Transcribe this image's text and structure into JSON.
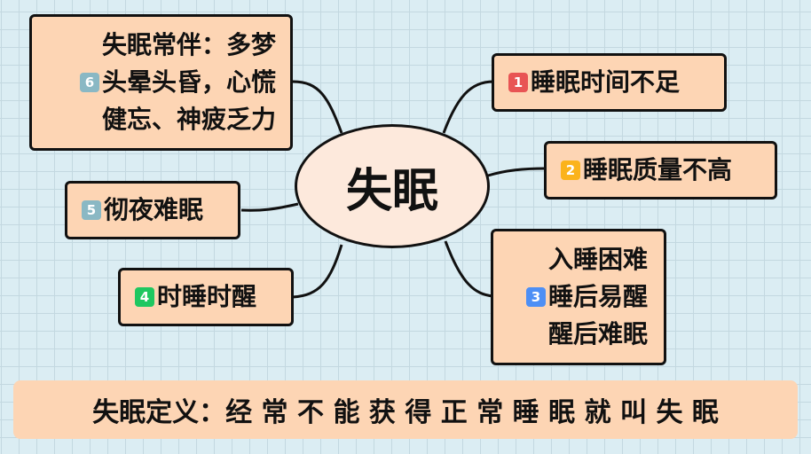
{
  "center": {
    "label": "失眠"
  },
  "branches": [
    {
      "num": "1",
      "color": "#e85454",
      "lines": [
        "睡眠时间不足"
      ]
    },
    {
      "num": "2",
      "color": "#fbb31b",
      "lines": [
        "睡眠质量不高"
      ]
    },
    {
      "num": "3",
      "color": "#4d8ff5",
      "lines": [
        "入睡困难",
        "睡后易醒",
        "醒后难眠"
      ]
    },
    {
      "num": "4",
      "color": "#1ec760",
      "lines": [
        "时睡时醒"
      ]
    },
    {
      "num": "5",
      "color": "#8ab8c4",
      "lines": [
        "彻夜难眠"
      ]
    },
    {
      "num": "6",
      "color": "#8ab8c4",
      "lines": [
        "失眠常伴：多梦",
        "头晕头昏，心慌",
        "健忘、神疲乏力"
      ]
    }
  ],
  "footer": {
    "text": "失眠定义：经 常 不 能 获 得 正 常 睡 眠 就 叫 失 眠"
  },
  "colors": {
    "node_fill": "#fdd5b4",
    "center_fill": "#fde9dc",
    "background": "#dbedf3",
    "grid": "#c3d8e0",
    "stroke": "#111111"
  }
}
